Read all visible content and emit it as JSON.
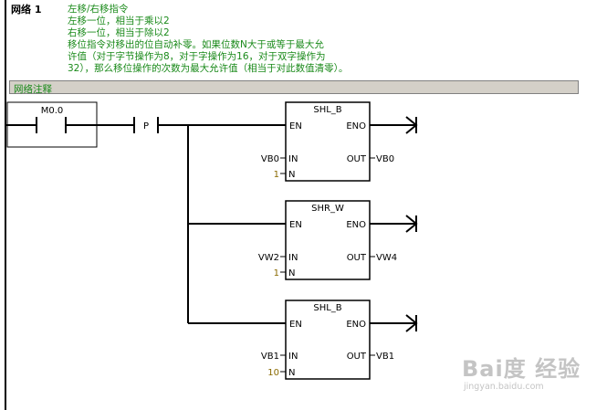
{
  "network": {
    "title": "网络 1",
    "comments": [
      "左移/右移指令",
      "左移一位，相当于乘以2",
      "右移一位，相当于除以2",
      "移位指令对移出的位自动补零。如果位数N大于或等于最大允",
      "许值（对于字节操作为8，对于字操作为16，对于双字操作为",
      "32），那么移位操作的次数为最大允许值（相当于对此数值清零）。"
    ],
    "comment_bar_label": "网络注释"
  },
  "ladder": {
    "contact_label": "M0.0",
    "pulse_label": "P",
    "blocks": [
      {
        "name": "SHL_B",
        "en": "EN",
        "eno": "ENO",
        "in_pin": "IN",
        "out_pin": "OUT",
        "n_pin": "N",
        "in_value": "VB0",
        "out_value": "VB0",
        "n_value": "1"
      },
      {
        "name": "SHR_W",
        "en": "EN",
        "eno": "ENO",
        "in_pin": "IN",
        "out_pin": "OUT",
        "n_pin": "N",
        "in_value": "VW2",
        "out_value": "VW4",
        "n_value": "1"
      },
      {
        "name": "SHL_B",
        "en": "EN",
        "eno": "ENO",
        "in_pin": "IN",
        "out_pin": "OUT",
        "n_pin": "N",
        "in_value": "VB1",
        "out_value": "VB1",
        "n_value": "10"
      }
    ]
  },
  "watermark": {
    "main": "Bai度 经验",
    "sub": "jingyan.baidu.com"
  },
  "colors": {
    "comment_text": "#1a8a1a",
    "constant_text": "#8a6a00",
    "comment_bar": "#d4d0c8"
  }
}
